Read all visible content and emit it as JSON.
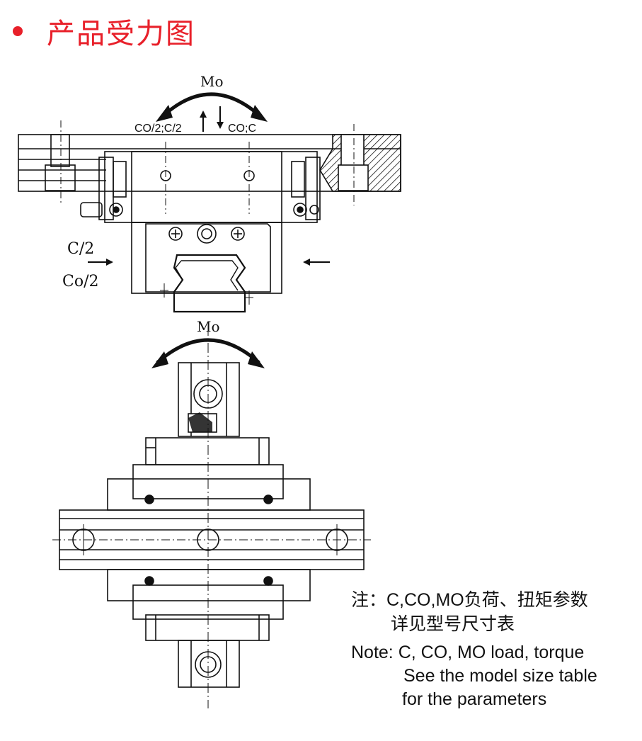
{
  "header": {
    "title": "产品受力图",
    "accent_color": "#e8202a"
  },
  "top_view": {
    "moment_label": "Mo",
    "load_left": "CO/2;C/2",
    "load_right": "CO;C",
    "side_load_top": "C/2",
    "side_load_bottom": "Co/2"
  },
  "bottom_view": {
    "moment_label": "Mo"
  },
  "note": {
    "cn_line1": "注：C,CO,MO负荷、扭矩参数",
    "cn_line2": "详见型号尺寸表",
    "en_line1": "Note: C, CO, MO load, torque",
    "en_line2": "See the model size table",
    "en_line3": "for the parameters"
  }
}
